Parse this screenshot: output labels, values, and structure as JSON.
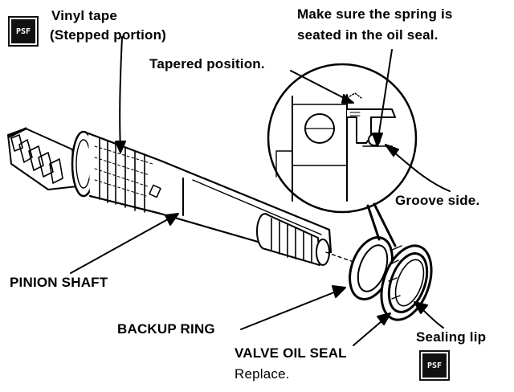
{
  "labels": {
    "vinyl_tape": "Vinyl tape",
    "stepped_portion": "(Stepped portion)",
    "spring_note_1": "Make sure the spring is",
    "spring_note_2": "seated in the oil seal.",
    "tapered_position": "Tapered position.",
    "groove_side": "Groove side.",
    "pinion_shaft": "PINION SHAFT",
    "backup_ring": "BACKUP RING",
    "valve_oil_seal": "VALVE OIL SEAL",
    "replace": "Replace.",
    "sealing_lip": "Sealing lip"
  },
  "badges": {
    "psf_top": "PSF",
    "psf_bottom": "PSF"
  },
  "icons": {
    "psf_top": "fluid-symbol-icon",
    "psf_bottom": "fluid-symbol-icon"
  }
}
